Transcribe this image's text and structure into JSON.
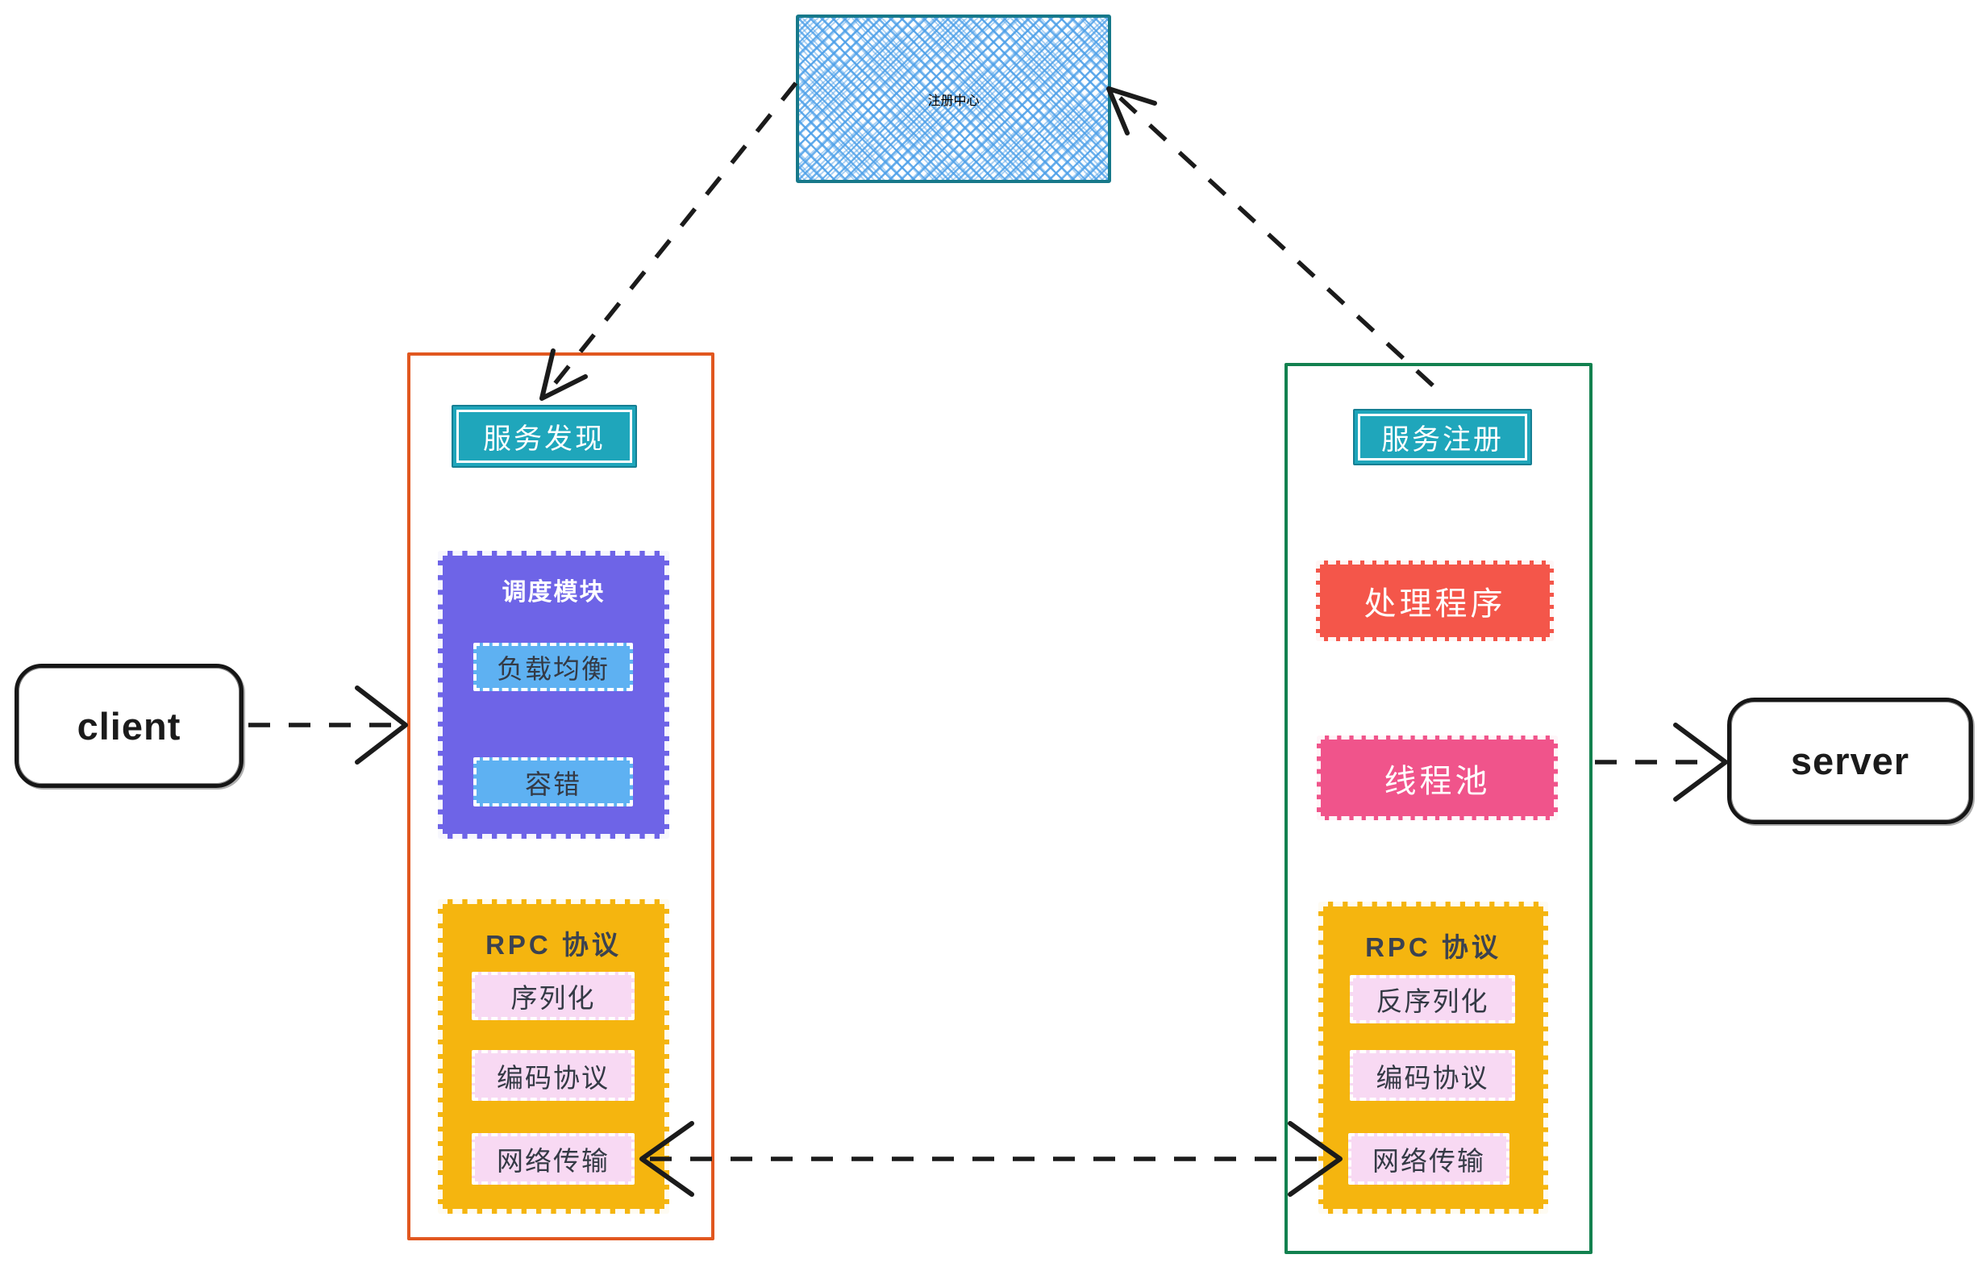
{
  "diagram": {
    "registry": {
      "label": "注册中心"
    },
    "client": {
      "label": "client"
    },
    "server": {
      "label": "server"
    },
    "client_side": {
      "service_discovery_label": "服务发现",
      "scheduler": {
        "title": "调度模块",
        "items": [
          "负载均衡",
          "容错"
        ]
      },
      "rpc_protocol": {
        "title": "RPC 协议",
        "items": [
          "序列化",
          "编码协议",
          "网络传输"
        ]
      }
    },
    "server_side": {
      "service_register_label": "服务注册",
      "handler_label": "处理程序",
      "thread_pool_label": "线程池",
      "rpc_protocol": {
        "title": "RPC 协议",
        "items": [
          "反序列化",
          "编码协议",
          "网络传输"
        ]
      }
    },
    "edges": [
      {
        "from": "registry",
        "to": "service-discovery",
        "style": "dashed",
        "arrowhead": "to"
      },
      {
        "from": "service-register",
        "to": "registry",
        "style": "dashed",
        "arrowhead": "to"
      },
      {
        "from": "client",
        "to": "client-column",
        "style": "dashed",
        "arrowhead": "to"
      },
      {
        "from": "server-column",
        "to": "server",
        "style": "dashed",
        "arrowhead": "to"
      },
      {
        "from": "network-transport-client",
        "to": "network-transport-server",
        "style": "dashed",
        "arrowhead": "both"
      }
    ]
  },
  "colors": {
    "registry_border": "#17798a",
    "registry_hatch": "#4a9ee8",
    "registry_text": "#cf3c43",
    "client_column_border": "#e1571f",
    "server_column_border": "#12814f",
    "teal_box": "#1fa6bb",
    "purple_box": "#6e64e7",
    "light_blue_box": "#5eb1f2",
    "yellow_box": "#f5b50f",
    "pink_light_box": "#f8d9f3",
    "red_box": "#f4564a",
    "pink_box": "#f0548b",
    "dark_text": "#343a45",
    "ink": "#1b1b1b"
  }
}
